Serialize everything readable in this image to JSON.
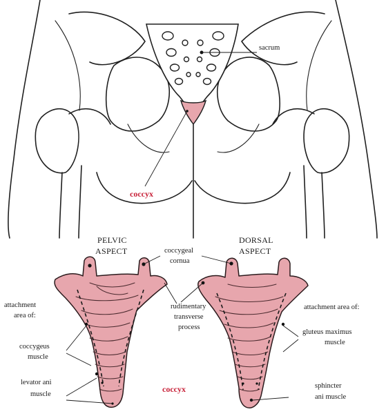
{
  "labels": {
    "sacrum": "sacrum",
    "coccyx_top": "coccyx",
    "pelvic_aspect_1": "PELVIC",
    "pelvic_aspect_2": "ASPECT",
    "dorsal_aspect_1": "DORSAL",
    "dorsal_aspect_2": "ASPECT",
    "coccygeal_cornua_1": "coccygeal",
    "coccygeal_cornua_2": "cornua",
    "attachment_left_1": "attachment",
    "attachment_left_2": "area of:",
    "coccygeus_1": "coccygeus",
    "coccygeus_2": "muscle",
    "levator_1": "levator ani",
    "levator_2": "muscle",
    "rudimentary_1": "rudimentary",
    "rudimentary_2": "transverse",
    "rudimentary_3": "process",
    "attachment_right": "attachment area of:",
    "gluteus_1": "gluteus maximus",
    "gluteus_2": "muscle",
    "coccyx_bottom": "coccyx",
    "sphincter_1": "sphincter",
    "sphincter_2": "ani muscle"
  },
  "colors": {
    "bone_fill": "#e7a6ad",
    "label_accent": "#c8233a"
  }
}
